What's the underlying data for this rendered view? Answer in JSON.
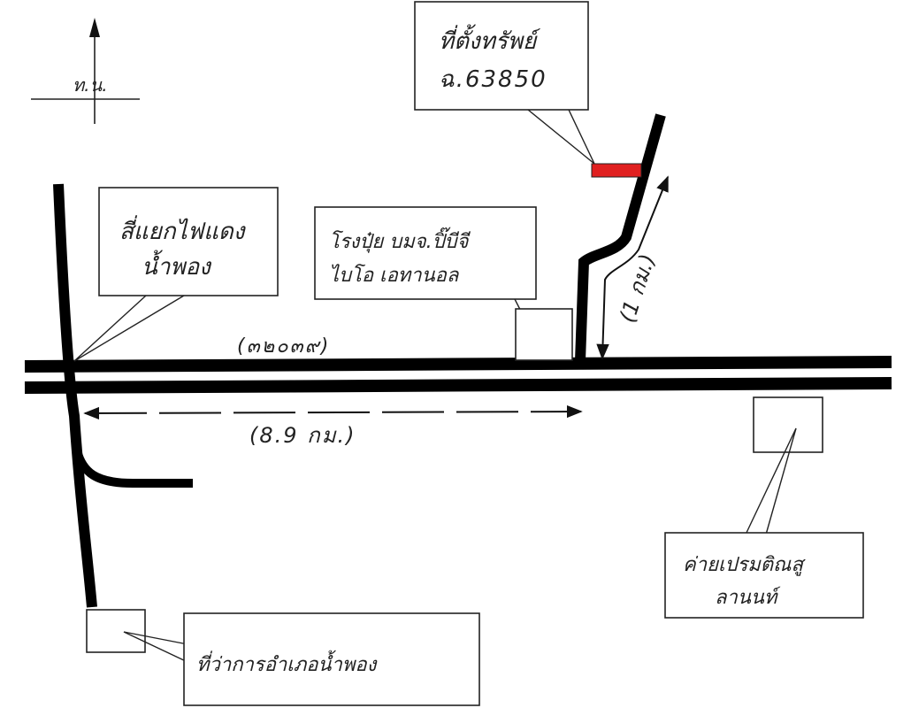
{
  "compass": {
    "north_label": "ท.น."
  },
  "callouts": {
    "property": {
      "line1": "ที่ตั้งทรัพย์",
      "line2": "ฉ.63850",
      "marker_color": "#e02020"
    },
    "intersection": {
      "line1": "สี่แยกไฟแดง",
      "line2": "น้ำพอง"
    },
    "factory": {
      "line1": "โรงปุ๋ย บมจ.ปิ๊บีจี",
      "line2": "ไบโอ เอทานอล"
    },
    "camp": {
      "line1": "ค่ายเปรมติณสู",
      "line2": "ลานนท์"
    },
    "district_office": {
      "line1": "ที่ว่าการอำเภอน้ำพอง"
    }
  },
  "roads": {
    "main_route": "(๓๒๐๓๙)"
  },
  "distances": {
    "main": "(8.9 กม.)",
    "branch": "(1 กม.)"
  }
}
